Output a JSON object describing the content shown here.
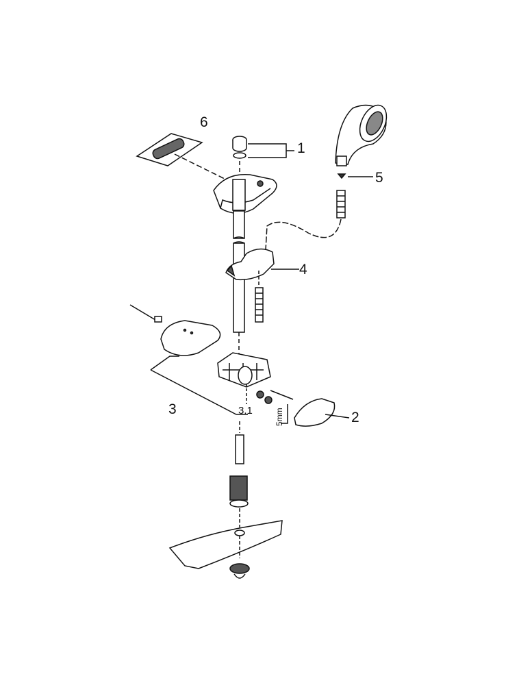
{
  "diagram": {
    "type": "exploded parts diagram",
    "callouts": [
      {
        "id": "1",
        "label": "1"
      },
      {
        "id": "2",
        "label": "2"
      },
      {
        "id": "3",
        "label": "3"
      },
      {
        "id": "3.1",
        "label": "3.1"
      },
      {
        "id": "4",
        "label": "4"
      },
      {
        "id": "5",
        "label": "5"
      },
      {
        "id": "6",
        "label": "6"
      }
    ],
    "tool_label": "5mm"
  },
  "colors": {
    "line": "#111111",
    "fill": "#ffffff",
    "shade": "#555555"
  }
}
